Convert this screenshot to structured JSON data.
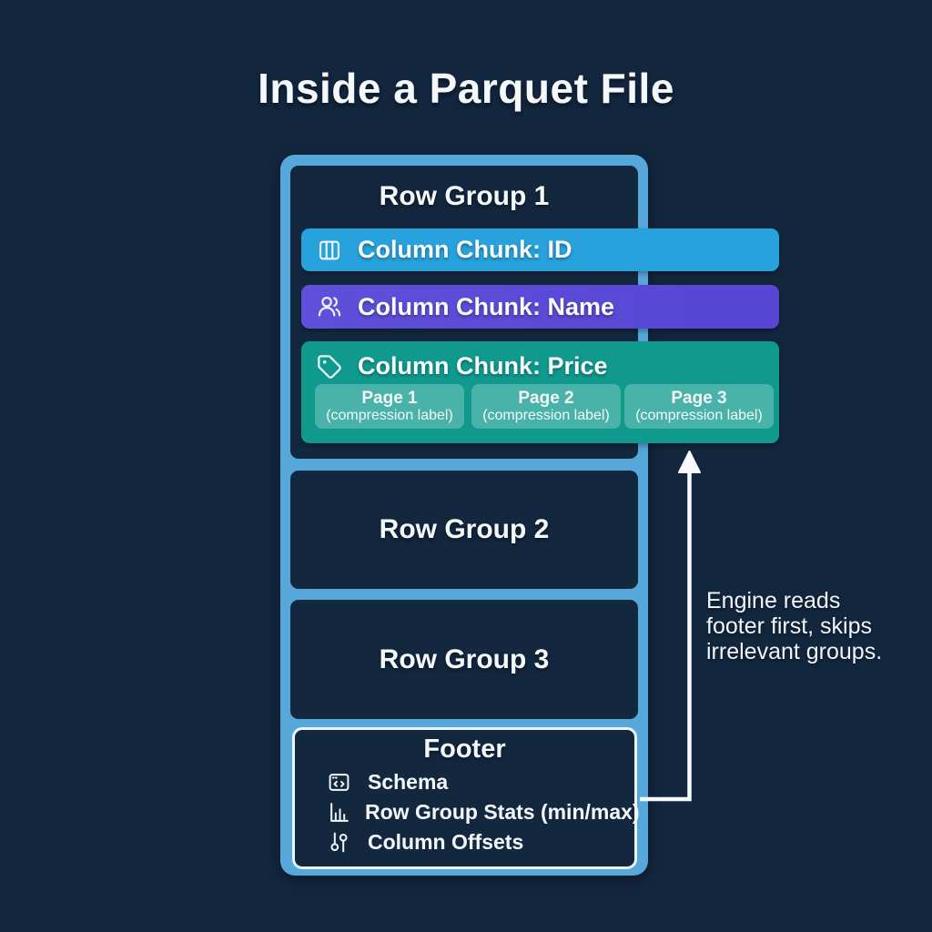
{
  "title": "Inside a Parquet File",
  "colors": {
    "background": "#12263e",
    "container_blue": "#56a7da",
    "panel_dark": "#13283f",
    "chunk_id_blue": "#28a2dc",
    "chunk_name_purple": "#5b4ad8",
    "chunk_price_teal": "#109a8e",
    "footer_border": "#eaf4fb",
    "arrow_white": "#f7fafc"
  },
  "row_groups": [
    {
      "label": "Row Group 1"
    },
    {
      "label": "Row Group 2"
    },
    {
      "label": "Row Group 3"
    }
  ],
  "chunks": [
    {
      "label": "Column Chunk: ID",
      "icon": "columns-icon"
    },
    {
      "label": "Column Chunk: Name",
      "icon": "users-icon"
    },
    {
      "label": "Column Chunk: Price",
      "icon": "tag-icon"
    }
  ],
  "pages": [
    {
      "title": "Page 1",
      "subtitle": "(compression label)"
    },
    {
      "title": "Page 2",
      "subtitle": "(compression label)"
    },
    {
      "title": "Page 3",
      "subtitle": "(compression label)"
    }
  ],
  "footer": {
    "title": "Footer",
    "items": [
      {
        "label": "Schema",
        "icon": "schema-icon"
      },
      {
        "label": "Row Group Stats (min/max)",
        "icon": "bar-chart-icon"
      },
      {
        "label": "Column Offsets",
        "icon": "column-offsets-icon"
      }
    ]
  },
  "annotation": "Engine reads\nfooter first, skips\nirrelevant groups."
}
